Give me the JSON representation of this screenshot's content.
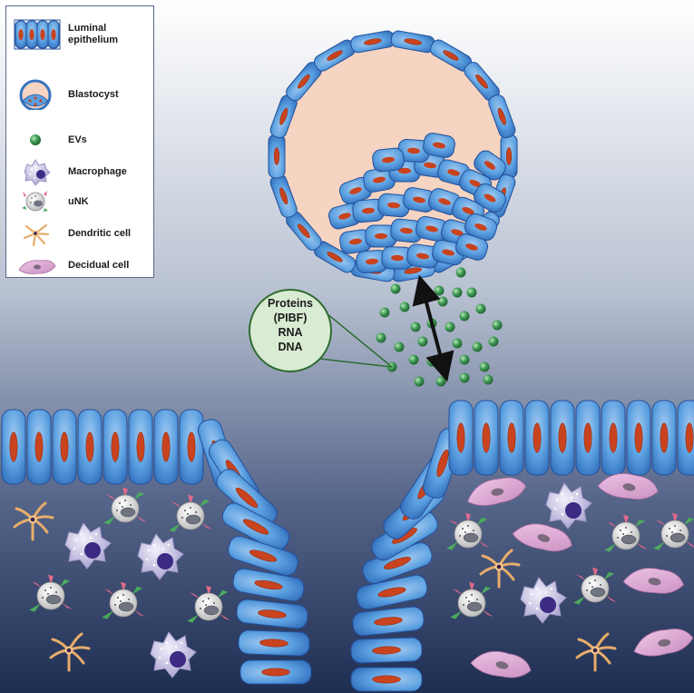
{
  "legend": {
    "items": [
      {
        "label": "Luminal epithelium",
        "icon": "luminal-epithelium-icon"
      },
      {
        "label": "Blastocyst",
        "icon": "blastocyst-icon"
      },
      {
        "label": "EVs",
        "icon": "ev-icon"
      },
      {
        "label": "Macrophage",
        "icon": "macrophage-icon"
      },
      {
        "label": "uNK",
        "icon": "unk-icon"
      },
      {
        "label": "Dendritic cell",
        "icon": "dendritic-cell-icon"
      },
      {
        "label": "Decidual cell",
        "icon": "decidual-cell-icon"
      }
    ]
  },
  "callout": {
    "lines": [
      "Proteins",
      "(PIBF)",
      "RNA",
      "DNA"
    ]
  },
  "colors": {
    "epithelium": "#4f96da",
    "epithelium_outline": "#25509a",
    "nucleus": "#c8431e",
    "blastocoel": "#f6d4c2",
    "ev": "#2f8a44",
    "callout_fill": "#d9ecd3",
    "callout_stroke": "#2f6b2f",
    "macrophage": "#d6d2ea",
    "macrophage_nucleus": "#3d2a82",
    "unk": "#e4e4e4",
    "dendritic": "#f2c48a",
    "decidual": "#dea8d5",
    "background_top": "#ffffff",
    "background_bottom": "#1e2d52"
  }
}
